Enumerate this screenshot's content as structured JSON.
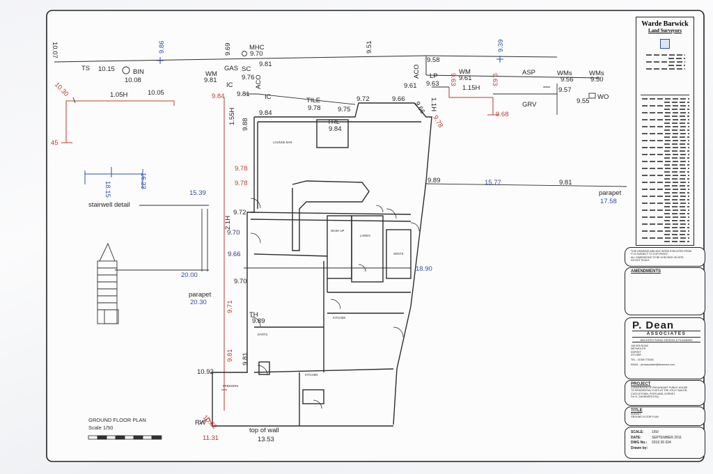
{
  "drawing_title": {
    "label": "GROUND FLOOR PLAN",
    "scale": "Scale 1/50"
  },
  "annotations": {
    "ts": "TS",
    "ts_level": "10.15",
    "bin": "BIN",
    "bin_level": "10.08",
    "mhc": "MHC",
    "mhc_level": "9.70",
    "gas": "GAS",
    "sc": "SC",
    "sc_level": "9.76",
    "wm_left": "WM",
    "wm_left_level": "9.81",
    "ic": "IC",
    "aco_left": "ACO",
    "aco_right": "ACO",
    "lp": "LP",
    "lp_level": "9.63",
    "wm_right": "WM",
    "wm_right_level": "9.61",
    "asp": "ASP",
    "wms_1": "WMs",
    "wms_1_level": "9.56",
    "wms_2": "WMs",
    "wms_2_level": "9.50",
    "wo": "WO",
    "grv": "GRV",
    "tile": "TILE",
    "tile_level": "9.78",
    "trl": "TRL",
    "trl_level": "9.84",
    "ic_mid": "IC",
    "th": "TH",
    "th_level": "9.89",
    "rw": "RW",
    "stairwell": "stairwell detail",
    "parapet_right": "parapet",
    "parapet_right_level": "17.58",
    "parapet_left": "parapet",
    "parapet_left_level": "20.30",
    "top_of_wall": "top of wall",
    "top_of_wall_level": "13.53"
  },
  "levels": {
    "top_1": "10.07",
    "top_2": "9.86",
    "top_3": "9.69",
    "top_4": "9.51",
    "top_5": "9.39",
    "l_981": "9.81",
    "l_958": "9.58",
    "l_981b": "9.81",
    "l_961": "9.61",
    "l_1005": "10.05",
    "l_1030": "10.30",
    "l_984a": "9.84",
    "l_984b": "9.84",
    "l_972": "9.72",
    "l_966": "9.66",
    "l_975": "9.75",
    "l_968": "9.68",
    "l_957": "9.57",
    "l_955": "9.55",
    "l_963a": "9.63",
    "l_963b": "9.63",
    "l_45": "45",
    "l_988": "9.88",
    "l_978a": "9.78",
    "l_978b": "9.78",
    "l_972b": "9.72",
    "l_970a": "9.70",
    "l_966b": "9.66",
    "l_970b": "9.70",
    "l_971": "9.71",
    "l_981c": "9.81",
    "l_981d": "9.81",
    "l_1092": "10.92",
    "l_1082": "10.82",
    "l_1131": "11.31",
    "l_989": "9.89",
    "l_981e": "9.81",
    "l_1577": "15.77",
    "l_978c": "9.78",
    "l_1890": "18.90",
    "l_1539": "15.39",
    "l_2000": "20.00",
    "l_1815": "18.15",
    "l_1623": "16.23",
    "dim_105h": "1.05H",
    "dim_155h": "1.55H",
    "dim_115h": "1.15H",
    "dim_11h": "1.1H",
    "dim_21h": "2.1H"
  },
  "room_labels": {
    "lounge_bar": "LOUNGE BAR",
    "wash_up": "WASH UP",
    "ladies": "LADIES",
    "gents": "GENTS",
    "kitchen_1": "KITCHEN",
    "kitchen_2": "KITCHEN",
    "darts": "DARTS",
    "freezers": "FREEZERS"
  },
  "title_block": {
    "surveyor_name": "Warde Barwick",
    "surveyor_sub": "Land Surveyors",
    "copyright_1": "THIS DRAWING AND ANY WORK EXECUTED FROM",
    "copyright_2": "IT IS SUBJECT TO COPYRIGHT.",
    "copyright_3": "ALL DIMENSIONS TO BE CHECKED ON SITE.",
    "copyright_4": "DO NOT SCALE.",
    "amendments_head": "AMENDMENTS",
    "firm_name": "P. Dean",
    "firm_sub": "ASSOCIATES",
    "firm_sub2": "ARCHITECTURAL DESIGN & PLANNING",
    "address_1": "108 SPA ROAD",
    "address_2": "WEYMOUTH",
    "address_3": "DORSET",
    "address_4": "DT3 5ER",
    "tel": "TEL - 01305 776263",
    "email": "EMAIL - pd.associates@btconnect.com",
    "project_head": "PROJECT",
    "project_1": "CONVERSION OF REDUNDANT PUBLIC HOUSE",
    "project_2": "TO RESIDENTIAL FLATS AT THE JOLLY SAILOR,",
    "project_3": "CASTLETOWN, PORTLAND, DORSET.",
    "project_4": "For G. SAUNDERS ESQ.",
    "title_head": "TITLE",
    "title_1": "SURVEY",
    "title_2": "GROUND FLOOR PLAN",
    "scale_k": "SCALE:",
    "scale_v": "1/50",
    "date_k": "DATE:",
    "date_v": "SEPTEMBER 2011",
    "dwg_k": "DWG No.:",
    "dwg_v": "2019 26 024",
    "drawn_k": "Drawn by:",
    "drawn_v": ""
  },
  "colors": {
    "linework": "#2b2b2b",
    "blue_text": "#2a4fa8",
    "red_text": "#c0392b",
    "paper": "#fbfbfc"
  }
}
